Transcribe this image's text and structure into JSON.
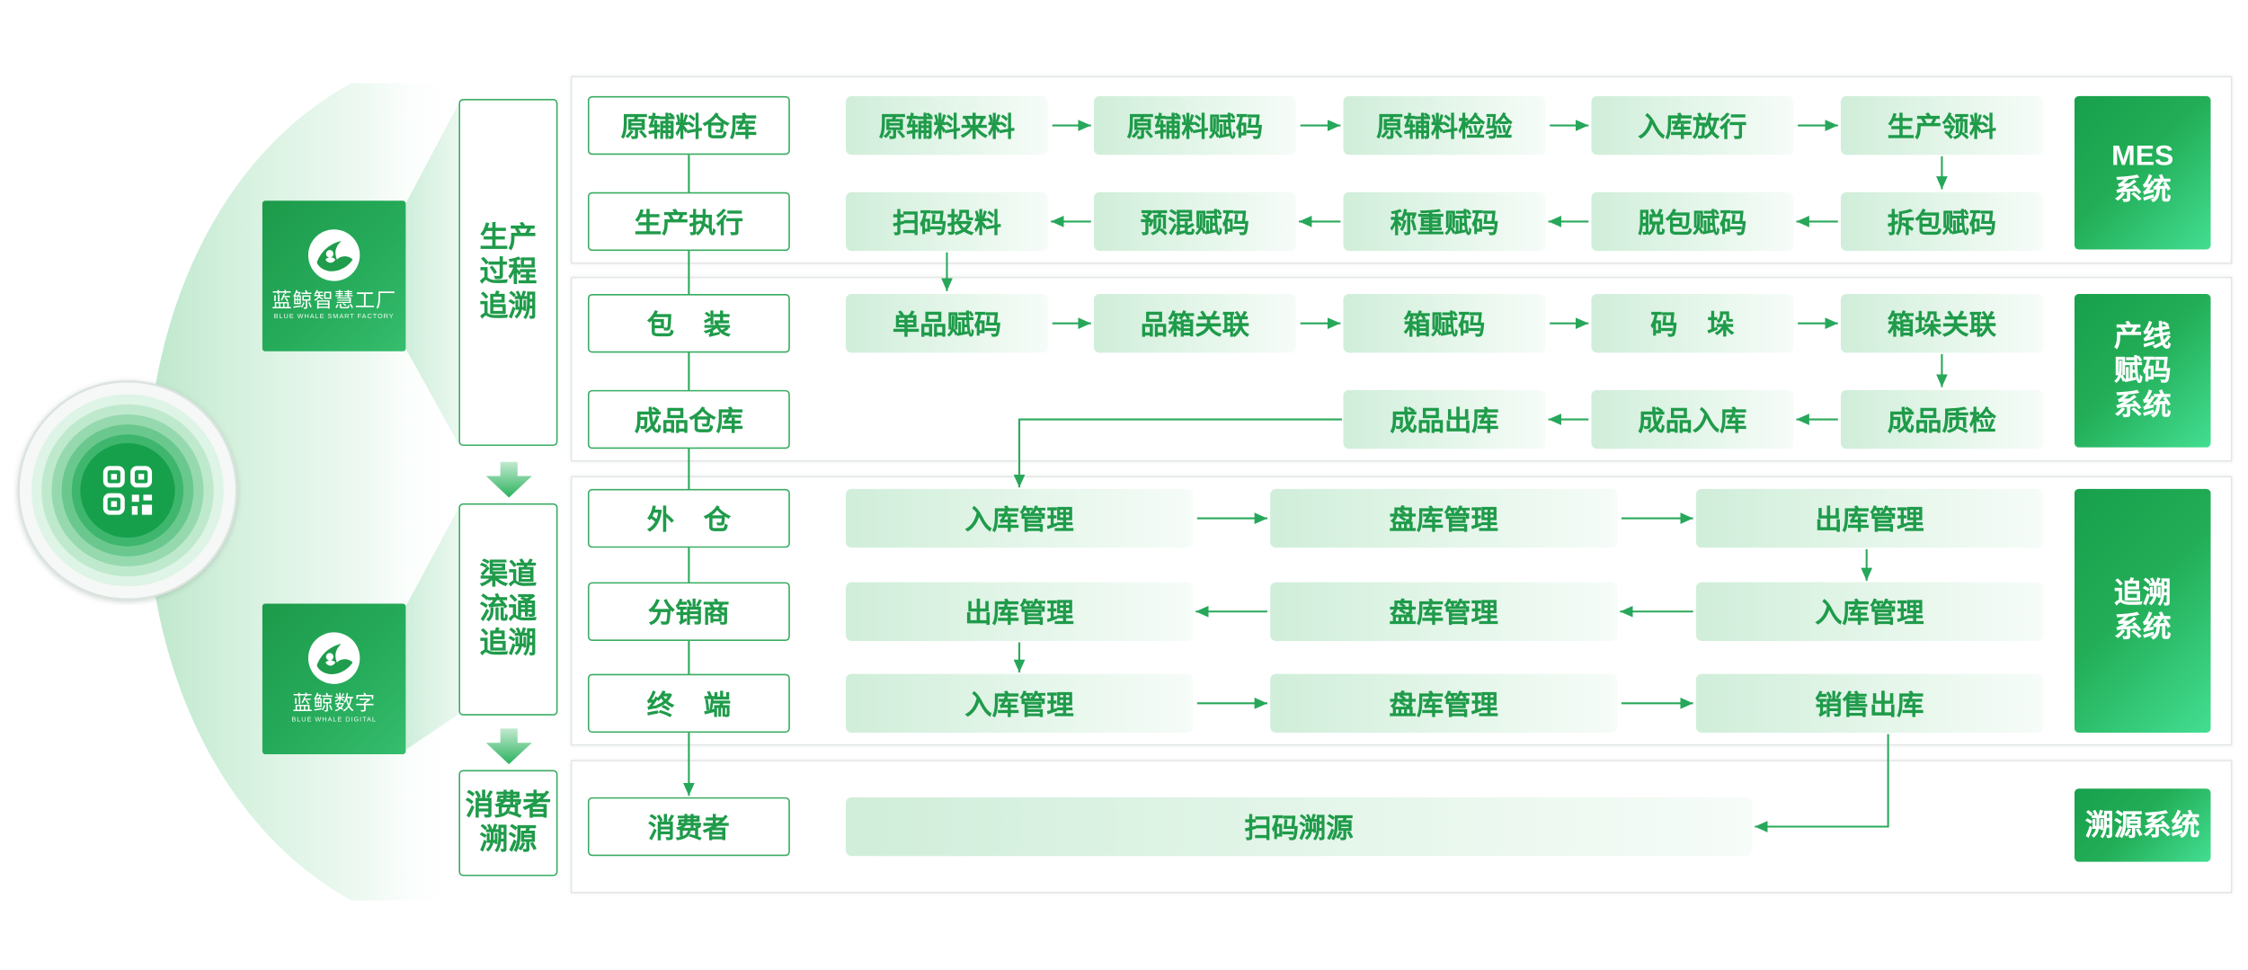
{
  "logos": [
    {
      "title": "蓝鲸智慧工厂",
      "subtitle": "BLUE WHALE SMART FACTORY"
    },
    {
      "title": "蓝鲸数字",
      "subtitle": "BLUE WHALE DIGITAL"
    }
  ],
  "categories": [
    {
      "lines": [
        "生产",
        "过程",
        "追溯"
      ]
    },
    {
      "lines": [
        "渠道",
        "流通",
        "追溯"
      ]
    },
    {
      "lines": [
        "消费者",
        "溯源"
      ]
    }
  ],
  "stages": [
    "原辅料仓库",
    "生产执行",
    "包 装",
    "成品仓库",
    "外 仓",
    "分销商",
    "终 端",
    "消费者"
  ],
  "flows": {
    "row1": [
      "原辅料来料",
      "原辅料赋码",
      "原辅料检验",
      "入库放行",
      "生产领料"
    ],
    "row2": [
      "扫码投料",
      "预混赋码",
      "称重赋码",
      "脱包赋码",
      "拆包赋码"
    ],
    "row3": [
      "单品赋码",
      "品箱关联",
      "箱赋码",
      "码 垛",
      "箱垛关联"
    ],
    "row4": [
      "成品出库",
      "成品入库",
      "成品质检"
    ],
    "row5": [
      "入库管理",
      "盘库管理",
      "出库管理"
    ],
    "row6": [
      "出库管理",
      "盘库管理",
      "入库管理"
    ],
    "row7": [
      "入库管理",
      "盘库管理",
      "销售出库"
    ],
    "row8": [
      "扫码溯源"
    ]
  },
  "systems": [
    {
      "lines": [
        "MES",
        "系统"
      ]
    },
    {
      "lines": [
        "产线",
        "赋码",
        "系统"
      ]
    },
    {
      "lines": [
        "追溯",
        "系统"
      ]
    },
    {
      "lines": [
        "溯源系统"
      ]
    }
  ],
  "icons": {
    "hub": "qr-code-icon",
    "logo": "whale-logo-icon",
    "connector": "arrow-icon"
  },
  "colors": {
    "primary": "#1f9b4a",
    "border": "#3aac62",
    "system_start": "#18a04c",
    "system_end": "#43de92"
  }
}
